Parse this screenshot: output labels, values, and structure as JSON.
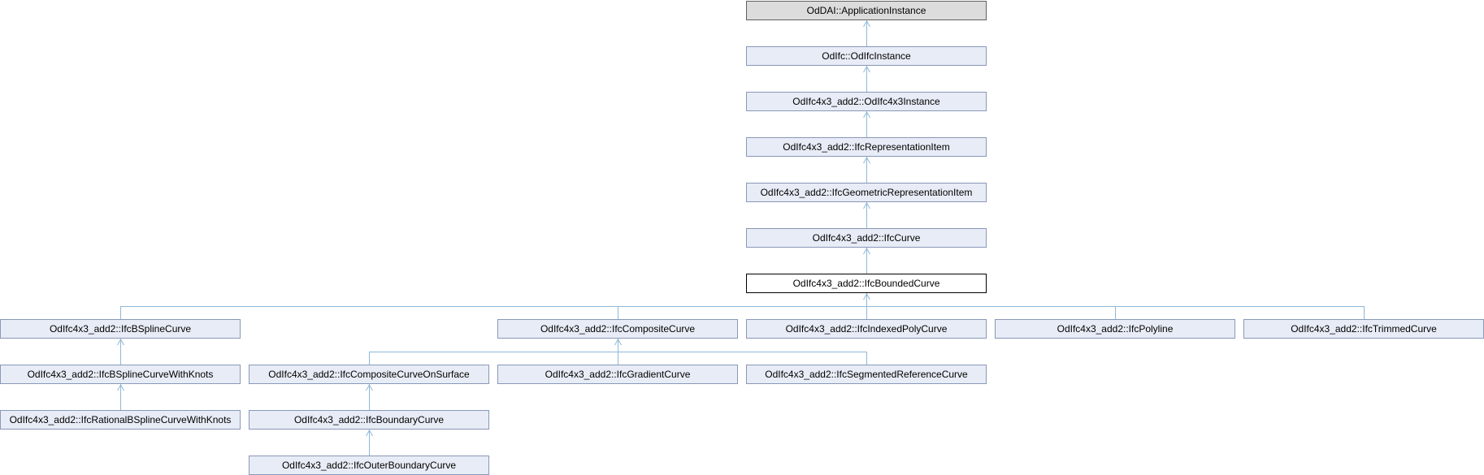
{
  "diagram": {
    "nodes": {
      "application_instance": {
        "label": "OdDAI::ApplicationInstance"
      },
      "ifc_instance": {
        "label": "OdIfc::OdIfcInstance"
      },
      "ifc4x3_instance": {
        "label": "OdIfc4x3_add2::OdIfc4x3Instance"
      },
      "representation_item": {
        "label": "OdIfc4x3_add2::IfcRepresentationItem"
      },
      "geometric_representation_item": {
        "label": "OdIfc4x3_add2::IfcGeometricRepresentationItem"
      },
      "curve": {
        "label": "OdIfc4x3_add2::IfcCurve"
      },
      "bounded_curve": {
        "label": "OdIfc4x3_add2::IfcBoundedCurve"
      },
      "bspline_curve": {
        "label": "OdIfc4x3_add2::IfcBSplineCurve"
      },
      "composite_curve": {
        "label": "OdIfc4x3_add2::IfcCompositeCurve"
      },
      "indexed_poly_curve": {
        "label": "OdIfc4x3_add2::IfcIndexedPolyCurve"
      },
      "polyline": {
        "label": "OdIfc4x3_add2::IfcPolyline"
      },
      "trimmed_curve": {
        "label": "OdIfc4x3_add2::IfcTrimmedCurve"
      },
      "bspline_curve_with_knots": {
        "label": "OdIfc4x3_add2::IfcBSplineCurveWithKnots"
      },
      "composite_curve_on_surface": {
        "label": "OdIfc4x3_add2::IfcCompositeCurveOnSurface"
      },
      "gradient_curve": {
        "label": "OdIfc4x3_add2::IfcGradientCurve"
      },
      "segmented_reference_curve": {
        "label": "OdIfc4x3_add2::IfcSegmentedReferenceCurve"
      },
      "rational_bspline_curve_with_knots": {
        "label": "OdIfc4x3_add2::IfcRationalBSplineCurveWithKnots"
      },
      "boundary_curve": {
        "label": "OdIfc4x3_add2::IfcBoundaryCurve"
      },
      "outer_boundary_curve": {
        "label": "OdIfc4x3_add2::IfcOuterBoundaryCurve"
      }
    },
    "edges": [
      [
        "ifc_instance",
        "application_instance"
      ],
      [
        "ifc4x3_instance",
        "ifc_instance"
      ],
      [
        "representation_item",
        "ifc4x3_instance"
      ],
      [
        "geometric_representation_item",
        "representation_item"
      ],
      [
        "curve",
        "geometric_representation_item"
      ],
      [
        "bounded_curve",
        "curve"
      ],
      [
        "bspline_curve",
        "bounded_curve"
      ],
      [
        "composite_curve",
        "bounded_curve"
      ],
      [
        "indexed_poly_curve",
        "bounded_curve"
      ],
      [
        "polyline",
        "bounded_curve"
      ],
      [
        "trimmed_curve",
        "bounded_curve"
      ],
      [
        "bspline_curve_with_knots",
        "bspline_curve"
      ],
      [
        "rational_bspline_curve_with_knots",
        "bspline_curve_with_knots"
      ],
      [
        "composite_curve_on_surface",
        "composite_curve"
      ],
      [
        "gradient_curve",
        "composite_curve"
      ],
      [
        "segmented_reference_curve",
        "composite_curve"
      ],
      [
        "boundary_curve",
        "composite_curve_on_surface"
      ],
      [
        "outer_boundary_curve",
        "boundary_curve"
      ]
    ],
    "colors": {
      "edge": "#8fb8d8",
      "node_fill": "#e8ecf6",
      "node_border": "#8898b8",
      "root_fill": "#dcdcdc",
      "current_border": "#000000"
    }
  }
}
